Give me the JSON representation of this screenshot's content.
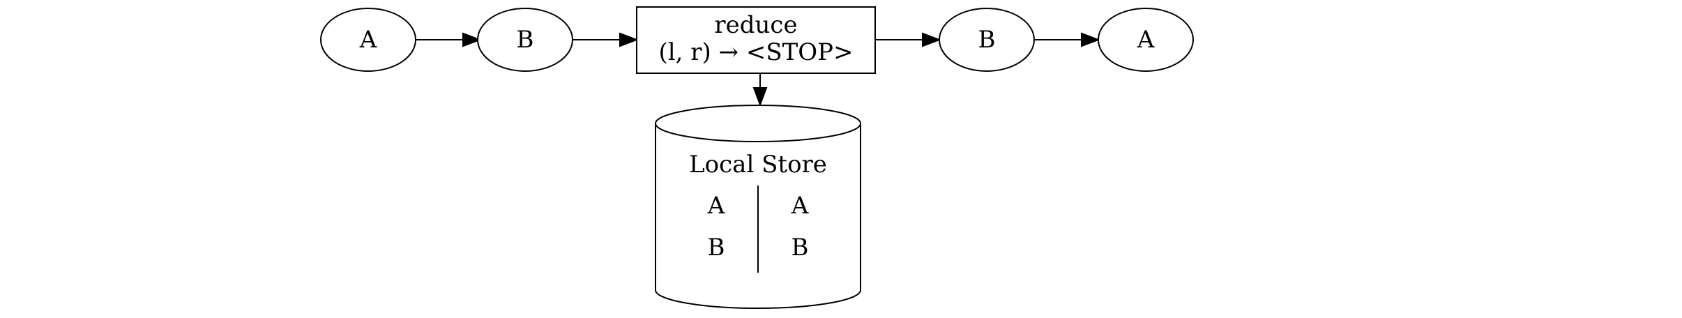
{
  "nodes": {
    "a_left": {
      "label": "A"
    },
    "b_left": {
      "label": "B"
    },
    "reduce": {
      "title": "reduce",
      "expr": "(l, r) → <STOP>"
    },
    "b_right": {
      "label": "B"
    },
    "a_right": {
      "label": "A"
    }
  },
  "local_store": {
    "title": "Local Store",
    "rows": [
      {
        "left": "A",
        "right": "A"
      },
      {
        "left": "B",
        "right": "B"
      }
    ]
  }
}
